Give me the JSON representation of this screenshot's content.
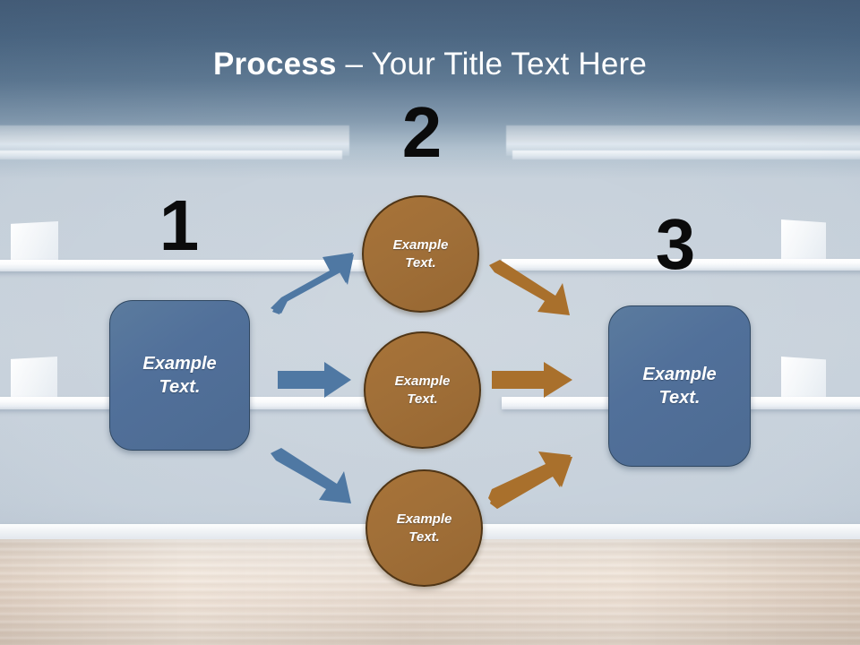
{
  "slide": {
    "title_bold": "Process ",
    "title_separator": "– ",
    "title_rest": "Your Title Text Here",
    "background": {
      "wall_color": "#c3ced9",
      "header_gradient_top": "#3f5874",
      "floor_color": "#e6d6c9"
    }
  },
  "steps": [
    {
      "number": "1",
      "name": "step-one"
    },
    {
      "number": "2",
      "name": "step-two"
    },
    {
      "number": "3",
      "name": "step-three"
    }
  ],
  "shapes": {
    "box_left": {
      "label_line1": "Example",
      "label_line2": "Text.",
      "color": "#51709a"
    },
    "box_right": {
      "label_line1": "Example",
      "label_line2": "Text.",
      "color": "#51709a"
    },
    "circles": [
      {
        "label_line1": "Example",
        "label_line2": "Text.",
        "color": "#a06f38"
      },
      {
        "label_line1": "Example",
        "label_line2": "Text.",
        "color": "#a06f38"
      },
      {
        "label_line1": "Example",
        "label_line2": "Text.",
        "color": "#a06f38"
      }
    ]
  },
  "arrows": {
    "blue_color": "#4f78a3",
    "brown_color": "#a9702c",
    "items": [
      {
        "name": "arrow-blue-up",
        "direction": "up-right",
        "color": "#4f78a3"
      },
      {
        "name": "arrow-blue-middle",
        "direction": "right",
        "color": "#4f78a3"
      },
      {
        "name": "arrow-blue-down",
        "direction": "down-right",
        "color": "#4f78a3"
      },
      {
        "name": "arrow-brown-down",
        "direction": "down-right",
        "color": "#a9702c"
      },
      {
        "name": "arrow-brown-middle",
        "direction": "right",
        "color": "#a9702c"
      },
      {
        "name": "arrow-brown-up",
        "direction": "up-right",
        "color": "#a9702c"
      }
    ]
  }
}
